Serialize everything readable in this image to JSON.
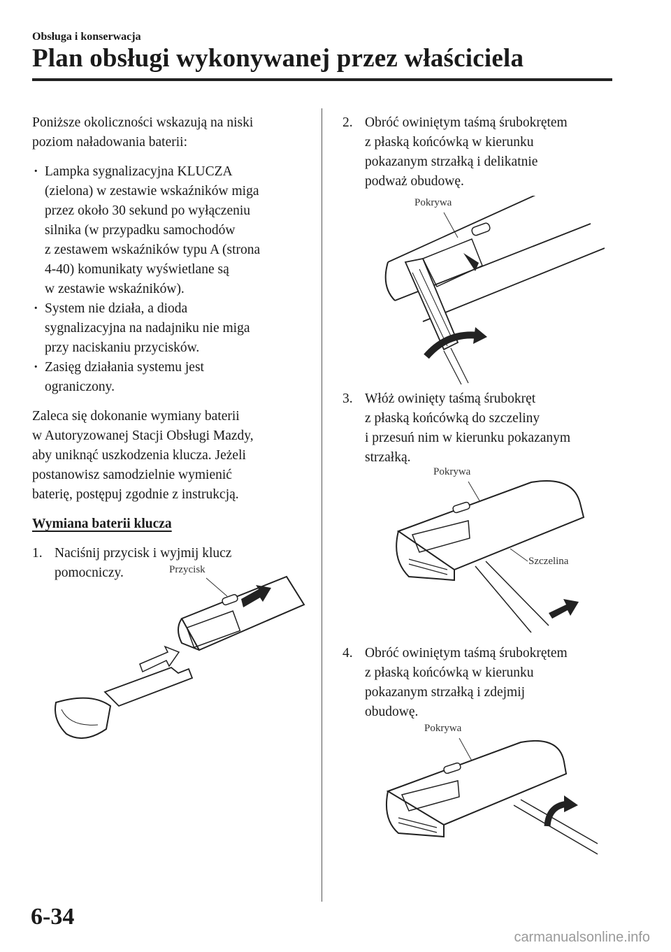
{
  "header": {
    "section": "Obsługa i konserwacja",
    "title": "Plan obsługi wykonywanej przez właściciela"
  },
  "left": {
    "intro": [
      "Poniższe okoliczności wskazują na niski",
      "poziom naładowania baterii:"
    ],
    "bullets": [
      [
        "Lampka sygnalizacyjna KLUCZA",
        "(zielona) w zestawie wskaźników miga",
        "przez około 30 sekund po wyłączeniu",
        "silnika (w przypadku samochodów",
        "z zestawem wskaźników typu A (strona",
        "4-40) komunikaty wyświetlane są",
        "w zestawie wskaźników)."
      ],
      [
        "System nie działa, a dioda",
        "sygnalizacyjna na nadajniku nie miga",
        "przy naciskaniu przycisków."
      ],
      [
        "Zasięg działania systemu jest",
        "ograniczony."
      ]
    ],
    "recommendation": [
      "Zaleca się dokonanie wymiany baterii",
      "w Autoryzowanej Stacji Obsługi Mazdy,",
      "aby uniknąć uszkodzenia klucza. Jeżeli",
      "postanowisz samodzielnie wymienić",
      "baterię, postępuj zgodnie z instrukcją."
    ],
    "subheading": "Wymiana baterii klucza",
    "step1": {
      "num": "1.",
      "lines": [
        "Naciśnij przycisk i wyjmij klucz",
        "pomocniczy."
      ]
    },
    "fig1_label": "Przycisk"
  },
  "right": {
    "step2": {
      "num": "2.",
      "lines": [
        "Obróć owiniętym taśmą śrubokrętem",
        "z płaską końcówką w kierunku",
        "pokazanym strzałką i delikatnie",
        "podważ obudowę."
      ]
    },
    "fig2_label": "Pokrywa",
    "step3": {
      "num": "3.",
      "lines": [
        "Włóż owinięty taśmą śrubokręt",
        "z płaską końcówką do szczeliny",
        "i przesuń nim w kierunku pokazanym",
        "strzałką."
      ]
    },
    "fig3_label_cover": "Pokrywa",
    "fig3_label_slot": "Szczelina",
    "step4": {
      "num": "4.",
      "lines": [
        "Obróć owiniętym taśmą śrubokrętem",
        "z płaską końcówką w kierunku",
        "pokazanym strzałką i zdejmij",
        "obudowę."
      ]
    },
    "fig4_label": "Pokrywa"
  },
  "footer": {
    "page_number": "6-34",
    "watermark": "carmanualsonline.info"
  }
}
